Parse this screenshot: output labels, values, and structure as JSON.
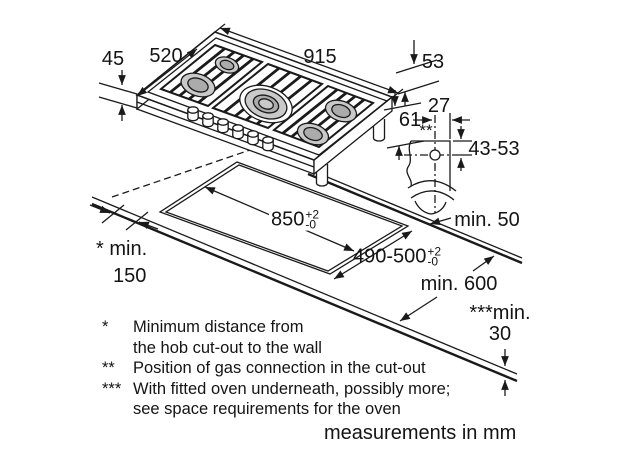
{
  "diagram": {
    "hob": {
      "height": "45",
      "depth": "520",
      "width": "915",
      "right_edge_height": "53",
      "depth_below_worktop": "61"
    },
    "gas_connection": {
      "offset_from_edge": "27",
      "marker": "**",
      "vertical_range": "43-53",
      "rear_wall_clearance": "min. 50"
    },
    "cutout": {
      "width": "850",
      "width_tol_plus": "+2",
      "width_tol_minus": "-0",
      "depth": "490-500",
      "depth_tol_plus": "+2",
      "depth_tol_minus": "-0",
      "side_wall_clearance_line1": "* min.",
      "side_wall_clearance_line2": "150",
      "worktop_depth": "min. 600",
      "front_clearance_line1": "***min.",
      "front_clearance_line2": "30"
    },
    "footnotes": [
      {
        "marker": "*",
        "lines": [
          "Minimum distance from",
          "the hob cut-out to the wall"
        ]
      },
      {
        "marker": "**",
        "lines": [
          "Position of gas connection in the cut-out"
        ]
      },
      {
        "marker": "***",
        "lines": [
          "With fitted oven underneath, possibly more;",
          "see space requirements for the oven"
        ]
      }
    ],
    "units_note": "measurements in mm",
    "colors": {
      "line": "#1a1a1a",
      "burner_fill": "#c9c9c9",
      "burner_cap": "#ababab",
      "background": "#ffffff"
    }
  }
}
